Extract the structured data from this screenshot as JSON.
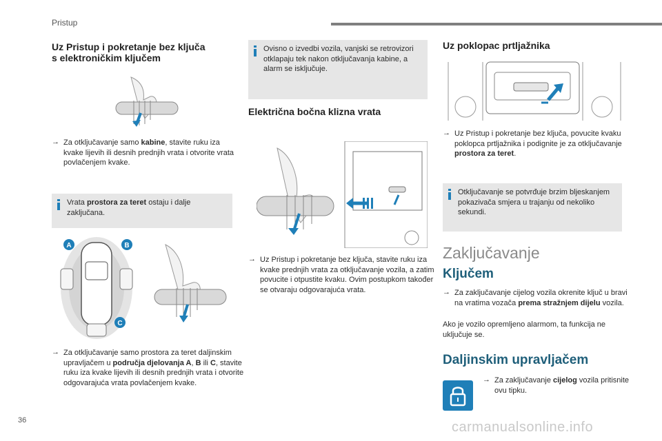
{
  "header": {
    "section": "Pristup"
  },
  "col1": {
    "title_line1": "Uz Pristup i pokretanje bez ključa",
    "title_line2": "s elektroničkim ključem",
    "bullet1": {
      "pre": "Za otključavanje samo ",
      "bold": "kabine",
      "post": ", stavite ruku iza kvake lijevih ili desnih prednjih vrata i otvorite vrata povlačenjem kvake."
    },
    "note": {
      "pre": "Vrata ",
      "bold": "prostora za teret",
      "post": " ostaju i dalje zaključana."
    },
    "zone_labels": [
      "A",
      "B",
      "C"
    ],
    "bullet2": {
      "pre": "Za otključavanje samo prostora za teret daljinskim upravljačem u ",
      "bold1": "područja djelovanja A",
      "sep1": ", ",
      "bold2": "B",
      "sep2": " ili ",
      "bold3": "C",
      "post": ", stavite ruku iza kvake lijevih ili desnih prednjih vrata i otvorite odgovarajuća vrata povlačenjem kvake."
    }
  },
  "col2": {
    "note": "Ovisno o izvedbi vozila, vanjski se retrovizori otklapaju tek nakon otključavanja kabine, a alarm se isključuje.",
    "subtitle": "Električna bočna klizna vrata",
    "bullet": "Uz Pristup i pokretanje bez ključa, stavite ruku iza kvake prednjih vrata za otključavanje vozila, a zatim povucite i otpustite kvaku. Ovim postupkom također se otvaraju odgovarajuća vrata."
  },
  "col3": {
    "subtitle": "Uz poklopac prtljažnika",
    "bullet": {
      "pre": "Uz Pristup i pokretanje bez ključa, povucite kvaku poklopca prtljažnika i podignite je za otključavanje ",
      "bold": "prostora za teret",
      "post": "."
    },
    "note": "Otključavanje se potvrđuje brzim bljeskanjem pokazivača smjera u trajanju od nekoliko sekundi.",
    "section_title": "Zaključavanje",
    "key_title": "Ključem",
    "key_bullet": {
      "pre": "Za zaključavanje cijelog vozila okrenite ključ u bravi na vratima vozača ",
      "bold": "prema stražnjem dijelu",
      "post": " vozila."
    },
    "key_text": "Ako je vozilo opremljeno alarmom, ta funkcija ne uključuje se.",
    "remote_title": "Daljinskim upravljačem",
    "remote_bullet": {
      "pre": "Za zaključavanje ",
      "bold": "cijelog",
      "post": " vozila pritisnite ovu tipku."
    }
  },
  "footer": {
    "page": "36",
    "watermark": "carmanualsonline.info"
  },
  "colors": {
    "accent": "#1f7fb8",
    "title_blue": "#1f5f7a",
    "note_bg": "#e6e6e6",
    "arrow": "#1f7fb8"
  },
  "bullet_symbol": ""
}
